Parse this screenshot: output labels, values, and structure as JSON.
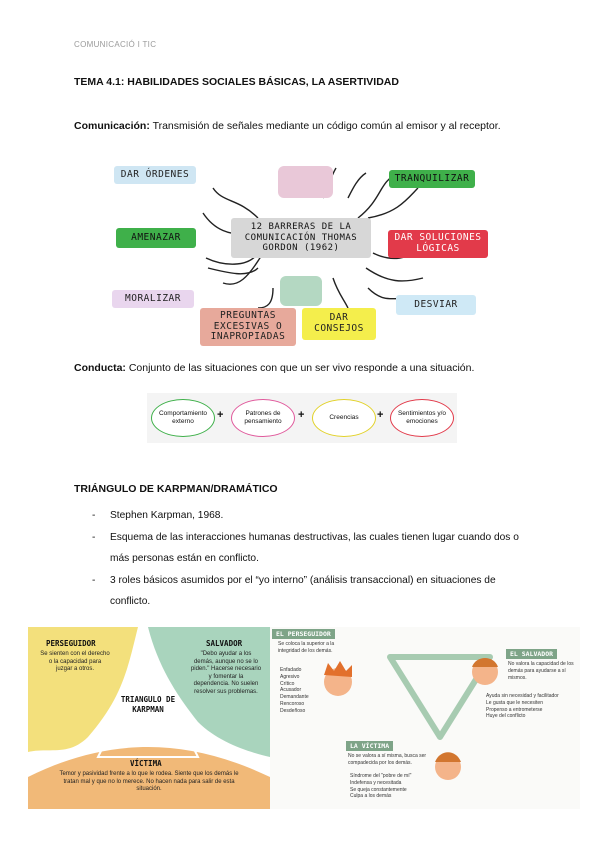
{
  "header": "COMUNICACIÓ I TIC",
  "title": "TEMA 4.1: HABILIDADES SOCIALES BÁSICAS, LA ASERTIVIDAD",
  "comunicacion": {
    "label": "Comunicación:",
    "text": " Transmisión de señales mediante un código común al emisor y al receptor."
  },
  "barreras": {
    "center": "12 BARRERAS DE LA COMUNICACIÓN THOMAS GORDON (1962)",
    "items": [
      "DAR ÓRDENES",
      "TRANQUILIZAR",
      "AMENAZAR",
      "DAR SOLUCIONES LÓGICAS",
      "MORALIZAR",
      "DESVIAR",
      "PREGUNTAS EXCESIVAS O INAPROPIADAS",
      "DAR CONSEJOS"
    ],
    "colors": {
      "blue": "#cfe6f3",
      "green": "#3fb04a",
      "red": "#e23a4a",
      "pink": "#e9d6ee",
      "lightblue": "#cfe9f6",
      "salmon": "#e7a99b",
      "yellow": "#f4ee4c",
      "gray": "#d7d7d7"
    }
  },
  "conducta": {
    "label": "Conducta:",
    "text": " Conjunto de las situaciones con que un ser vivo responde a una situación.",
    "items": [
      "Comportamiento externo",
      "Patrones de pensamiento",
      "Creencias",
      "Sentimientos y/o emociones"
    ],
    "plus": "+"
  },
  "karpman": {
    "heading": "TRIÁNGULO DE KARPMAN/DRAMÁTICO",
    "bullets": [
      "Stephen Karpman, 1968.",
      "Esquema de las interacciones humanas destructivas, las cuales tienen lugar cuando dos o más personas están en conflicto.",
      "3 roles básicos asumidos por el “yo interno” (análisis transaccional) en situaciones de conflicto."
    ]
  },
  "left_diagram": {
    "center": "TRIANGULO DE KARPMAN",
    "perseguidor": {
      "title": "PERSEGUIDOR",
      "text": "Se sienten con el derecho o la capacidad para juzgar a otros."
    },
    "salvador": {
      "title": "SALVADOR",
      "text": "\"Debo ayudar a los demás, aunque no se lo piden.\" Hacerse necesario y fomentar la dependencia. No suelen resolver sus problemas."
    },
    "victima": {
      "title": "VÍCTIMA",
      "text": "Temor y pasividad frente a lo que le rodea. Siente que los demás le tratan mal y que no lo merece. No hacen nada para salir de esta situación."
    }
  },
  "right_diagram": {
    "perseguidor": {
      "title": "EL PERSEGUIDOR",
      "intro": "Se coloca la superior a la integridad de los demás.",
      "items": [
        "Enfadado",
        "Agresivo",
        "Crítico",
        "Acusador",
        "Demandante",
        "Rencoroso",
        "Desdeñoso"
      ]
    },
    "salvador": {
      "title": "EL SALVADOR",
      "intro": "No valora la capacidad de los demás para ayudarse a sí mismos.",
      "items": [
        "Ayuda sin necesidad y facilitador",
        "Le gusta que le necesiten",
        "Propenso a entrometerse",
        "Huye del conflicto"
      ]
    },
    "victima": {
      "title": "LA VÍCTIMA",
      "intro": "No se valora a sí misma, busca ser compadecida por los demás.",
      "items": [
        "Síndrome del \"pobre de mí\"",
        "Indefensa y necesitada",
        "Se queja constantemente",
        "Culpa a los demás"
      ]
    }
  }
}
